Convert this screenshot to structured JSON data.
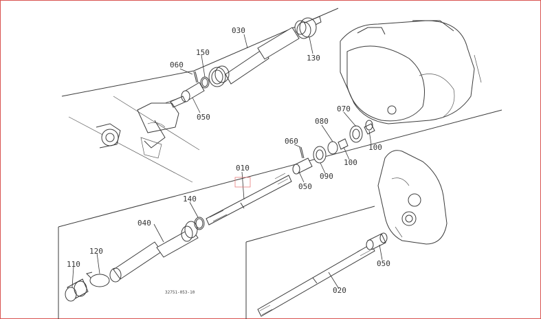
{
  "labels": {
    "p030": "030",
    "p150": "150",
    "p060a": "060",
    "p130": "130",
    "p050a": "050",
    "p080": "080",
    "p070": "070",
    "p060b": "060",
    "p100a": "100",
    "p100b": "100",
    "p010": "010",
    "p050b": "050",
    "p090": "090",
    "p140": "140",
    "p040": "040",
    "p120": "120",
    "p110": "110",
    "p050c": "050",
    "p020": "020"
  },
  "drawing_code": "32751-053-10",
  "colors": {
    "frame_border": "#d9534f",
    "highlight_box": "#e87a7a",
    "ink": "#3a3a3a"
  }
}
